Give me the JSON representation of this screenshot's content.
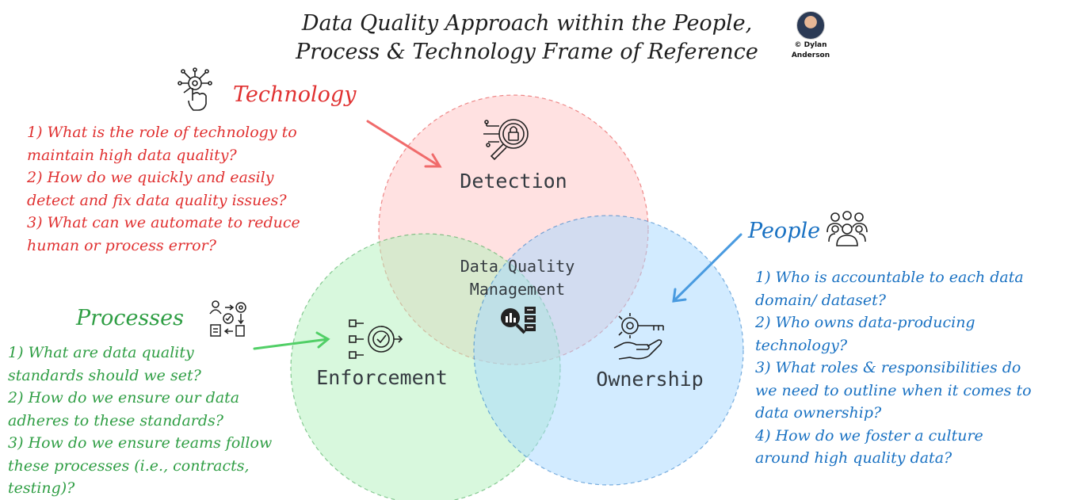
{
  "title": {
    "line1": "Data Quality Approach within the People,",
    "line2": "Process & Technology Frame of Reference"
  },
  "author": {
    "line1": "© Dylan",
    "line2": "Anderson"
  },
  "technology": {
    "heading": "Technology",
    "color": "#e03131",
    "questions": [
      "1) What is the role of technology to",
      "maintain high data quality?",
      "2) How do we quickly and easily",
      "detect and fix data quality issues?",
      "3) What can we automate to reduce",
      "human or process error?"
    ]
  },
  "processes": {
    "heading": "Processes",
    "color": "#2f9e44",
    "questions": [
      "1) What are data quality",
      "standards should we set?",
      "2) How do we ensure our data",
      "adheres to these standards?",
      "3) How do we ensure teams follow",
      "these processes (i.e., contracts,",
      "testing)?"
    ]
  },
  "people": {
    "heading": "People",
    "color": "#1971c2",
    "questions": [
      "1) Who is accountable to each data",
      "domain/ dataset?",
      "2) Who owns data-producing",
      "technology?",
      "3) What roles & responsibilities do",
      "we need to outline when it comes to",
      "data ownership?",
      "4) How do we foster a culture",
      "around high quality data?"
    ]
  },
  "venn": {
    "detection": "Detection",
    "enforcement": "Enforcement",
    "ownership": "Ownership",
    "center_line1": "Data Quality",
    "center_line2": "Management",
    "colors": {
      "detection_fill": "#ffc9c9",
      "enforcement_fill": "#b2f2bb",
      "ownership_fill": "#a5d8ff"
    }
  },
  "icons": {
    "technology": "touch-tech-icon",
    "processes": "process-flow-icon",
    "people": "people-group-icon",
    "detection": "magnifier-lock-icon",
    "enforcement": "target-check-icon",
    "ownership": "hand-key-icon",
    "center": "data-analysis-icon"
  }
}
